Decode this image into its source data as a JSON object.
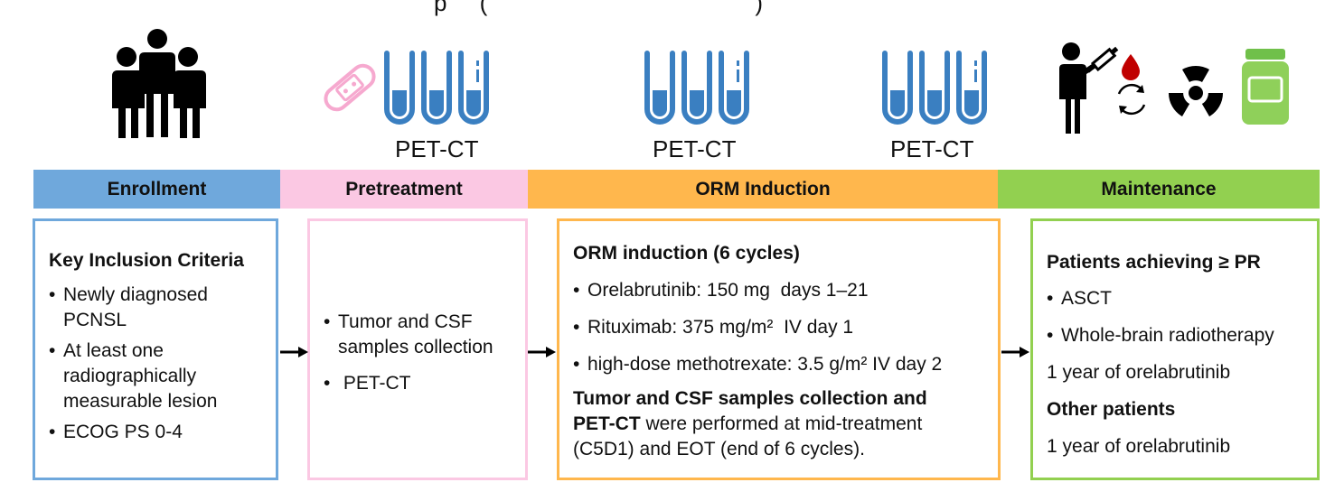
{
  "top_title": "p     (                                         )",
  "icons": {
    "enrollment": "people-group-icon",
    "pretreatment": [
      "bandage-icon",
      "test-tubes-icon"
    ],
    "mid": "test-tubes-icon",
    "eot": "test-tubes-icon",
    "maintenance": [
      "patient-syringe-icon",
      "blood-drop-icon",
      "cycle-arrows-icon",
      "radiation-icon",
      "pill-bottle-icon"
    ]
  },
  "pet_labels": [
    "PET-CT",
    "PET-CT",
    "PET-CT"
  ],
  "colors": {
    "enrollment": "#6fa8dc",
    "pretreatment": "#fbc8e3",
    "induction": "#ffb74d",
    "maintenance": "#92d050",
    "tube": "#3a7fc1"
  },
  "stages": {
    "enrollment": "Enrollment",
    "pretreatment": "Pretreatment",
    "induction": "ORM Induction",
    "maintenance": "Maintenance"
  },
  "enrollment_box": {
    "heading": "Key Inclusion Criteria",
    "items": [
      [
        "Newly diagnosed",
        "PCNSL"
      ],
      [
        "At least one",
        "radiographically",
        "measurable lesion"
      ],
      [
        "ECOG PS 0-4"
      ]
    ]
  },
  "pretreatment_box": {
    "items": [
      [
        "Tumor and CSF",
        "samples collection"
      ],
      [
        " PET-CT"
      ]
    ]
  },
  "induction_box": {
    "heading": "ORM induction (6 cycles)",
    "items": [
      "Orelabrutinib: 150 mg  days 1–21",
      "Rituximab: 375 mg/m²  IV day 1",
      "high-dose methotrexate: 3.5 g/m² IV day 2"
    ],
    "note_bold_1": "Tumor and CSF samples collection and",
    "note_bold_2": "PET-CT",
    "note_rest_1": " were performed at mid-treatment",
    "note_rest_2": "(C5D1) and EOT (end of 6 cycles)."
  },
  "maintenance_box": {
    "heading1": "Patients achieving ≥ PR",
    "items": [
      "ASCT",
      "Whole-brain radiotherapy"
    ],
    "plain1": "1 year of orelabrutinib",
    "heading2": "Other patients",
    "plain2": "1 year of orelabrutinib"
  }
}
